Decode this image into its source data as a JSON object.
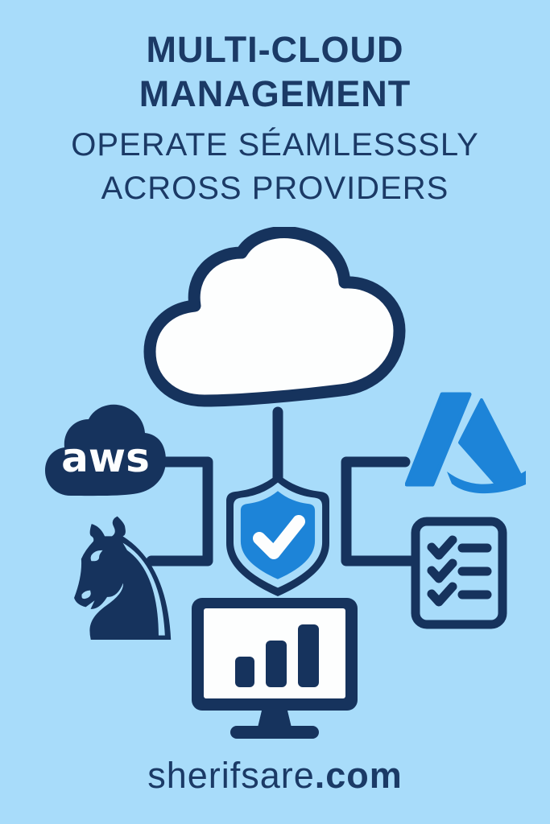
{
  "colors": {
    "background": "#a8dcfa",
    "navy": "#16335d",
    "blue": "#1d84d8",
    "white": "#fdfefe",
    "text": "#1b3a66"
  },
  "header": {
    "title_line1": "MULTI-CLOUD",
    "title_line2": "MANAGEMENT",
    "subtitle_line1": "OPERATE SÉAMLESSSLY",
    "subtitle_line2": "ACROSS PROVIDERS"
  },
  "diagram": {
    "aws_label": "aws",
    "knight_glyph": "♞",
    "icons": [
      {
        "name": "cloud-icon",
        "shape": "white cloud with navy outline"
      },
      {
        "name": "aws-cloud-icon",
        "shape": "navy filled cloud with aws wordmark"
      },
      {
        "name": "azure-icon",
        "shape": "blue Azure A logo"
      },
      {
        "name": "shield-check-icon",
        "shape": "blue shield with white checkmark"
      },
      {
        "name": "chess-knight-icon",
        "shape": "navy chess knight, unicode ♞"
      },
      {
        "name": "checklist-icon",
        "shape": "document with three checkmarks and lines"
      },
      {
        "name": "monitor-chart-icon",
        "shape": "monitor with rising bar chart"
      }
    ]
  },
  "footer": {
    "site_name": "sherifsare",
    "site_tld": ".com"
  }
}
